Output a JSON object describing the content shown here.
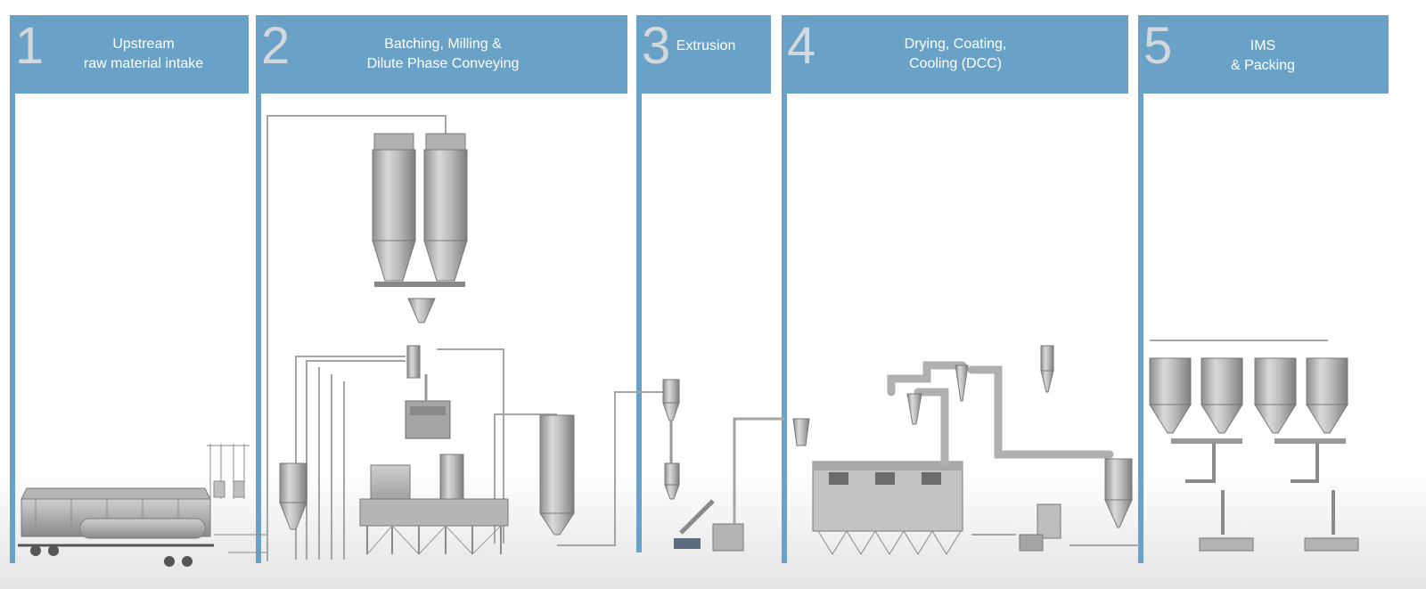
{
  "stages": [
    {
      "number": "1",
      "title": "Upstream\nraw material intake"
    },
    {
      "number": "2",
      "title": "Batching, Milling &\nDilute Phase Conveying"
    },
    {
      "number": "3",
      "title": "Extrusion"
    },
    {
      "number": "4",
      "title": "Drying, Coating,\nCooling (DCC)"
    },
    {
      "number": "5",
      "title": "IMS\n& Packing"
    }
  ],
  "colors": {
    "stage_band": "#69a2c6",
    "stage_number": "#d2d8dd",
    "equipment": "#9a9a9a",
    "pipe": "#a5a5a5"
  }
}
